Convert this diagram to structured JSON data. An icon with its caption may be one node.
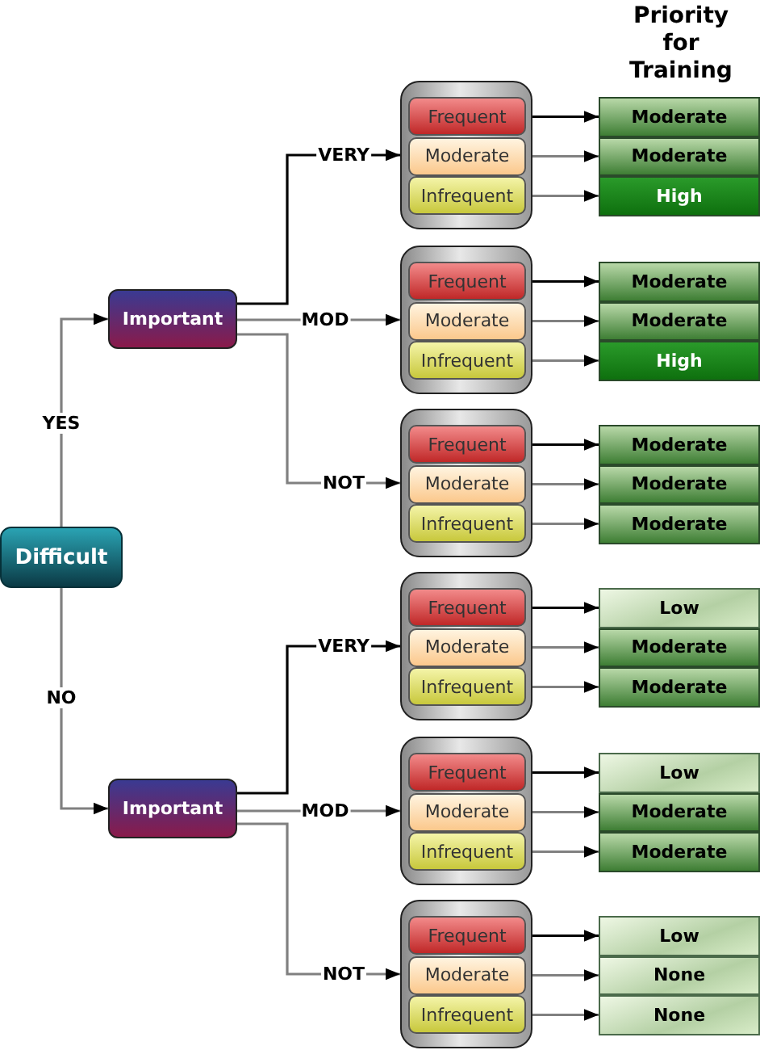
{
  "diagram": {
    "title": "Priority for Training",
    "nodes": [
      {
        "text": [
          "Difficult"
        ]
      },
      {
        "text": [
          "Important"
        ]
      },
      {
        "text": [
          "Important"
        ]
      },
      {
        "text": [],
        "shape": "box"
      },
      {
        "text": [
          "Frequent"
        ],
        "in": 3
      },
      {
        "text": [
          "Moderate"
        ],
        "in": 3
      },
      {
        "text": [
          "Infrequent"
        ],
        "in": 3
      },
      {
        "text": [
          "Moderate"
        ]
      },
      {
        "text": [
          "Moderate"
        ]
      },
      {
        "text": [
          "High"
        ]
      },
      {
        "text": [],
        "shape": "box"
      },
      {
        "text": [
          "Frequent"
        ],
        "in": 10
      },
      {
        "text": [
          "Moderate"
        ],
        "in": 10
      },
      {
        "text": [
          "Infrequent"
        ],
        "in": 10
      },
      {
        "text": [
          "Moderate"
        ]
      },
      {
        "text": [
          "Moderate"
        ]
      },
      {
        "text": [
          "High"
        ]
      },
      {
        "text": [],
        "shape": "box"
      },
      {
        "text": [
          "Frequent"
        ],
        "in": 17
      },
      {
        "text": [
          "Moderate"
        ],
        "in": 17
      },
      {
        "text": [
          "Infrequent"
        ],
        "in": 17
      },
      {
        "text": [
          "Moderate"
        ]
      },
      {
        "text": [
          "Moderate"
        ]
      },
      {
        "text": [
          "Moderate"
        ]
      },
      {
        "text": [],
        "shape": "box"
      },
      {
        "text": [
          "Frequent"
        ],
        "in": 24
      },
      {
        "text": [
          "Moderate"
        ],
        "in": 24
      },
      {
        "text": [
          "Infrequent"
        ],
        "in": 24
      },
      {
        "text": [
          "Low"
        ]
      },
      {
        "text": [
          "Moderate"
        ]
      },
      {
        "text": [
          "Moderate"
        ]
      },
      {
        "text": [],
        "shape": "box"
      },
      {
        "text": [
          "Frequent"
        ],
        "in": 31
      },
      {
        "text": [
          "Moderate"
        ],
        "in": 31
      },
      {
        "text": [
          "Infrequent"
        ],
        "in": 31
      },
      {
        "text": [
          "Low"
        ]
      },
      {
        "text": [
          "Moderate"
        ]
      },
      {
        "text": [
          "Moderate"
        ]
      },
      {
        "text": [],
        "shape": "box"
      },
      {
        "text": [
          "Frequent"
        ],
        "in": 38
      },
      {
        "text": [
          "Moderate"
        ],
        "in": 38
      },
      {
        "text": [
          "Infrequent"
        ],
        "in": 38
      },
      {
        "text": [
          "Low"
        ]
      },
      {
        "text": [
          "None"
        ]
      },
      {
        "text": [
          "None"
        ]
      }
    ],
    "edges": [
      {
        "from": 0,
        "to": 1,
        "label": "YES",
        "arrow": "to"
      },
      {
        "from": 0,
        "to": 2,
        "label": "NO",
        "arrow": "to"
      },
      {
        "from": 1,
        "to": 3,
        "label": "VERY",
        "arrow": "to",
        "color": "#000000"
      },
      {
        "from": 1,
        "to": 10,
        "label": "MOD",
        "arrow": "to"
      },
      {
        "from": 1,
        "to": 17,
        "label": "NOT",
        "arrow": "to"
      },
      {
        "from": 2,
        "to": 24,
        "label": "VERY",
        "arrow": "to",
        "color": "#000000"
      },
      {
        "from": 2,
        "to": 31,
        "label": "MOD",
        "arrow": "to"
      },
      {
        "from": 2,
        "to": 38,
        "label": "NOT",
        "arrow": "to"
      },
      {
        "from": 4,
        "to": 7,
        "arrow": "to",
        "color": "#000000"
      },
      {
        "from": 5,
        "to": 8,
        "arrow": "to"
      },
      {
        "from": 6,
        "to": 9,
        "arrow": "to"
      },
      {
        "from": 11,
        "to": 14,
        "arrow": "to",
        "color": "#000000"
      },
      {
        "from": 12,
        "to": 15,
        "arrow": "to"
      },
      {
        "from": 13,
        "to": 16,
        "arrow": "to"
      },
      {
        "from": 18,
        "to": 21,
        "arrow": "to",
        "color": "#000000"
      },
      {
        "from": 19,
        "to": 22,
        "arrow": "to"
      },
      {
        "from": 20,
        "to": 23,
        "arrow": "to"
      },
      {
        "from": 25,
        "to": 28,
        "arrow": "to",
        "color": "#000000"
      },
      {
        "from": 26,
        "to": 29,
        "arrow": "to"
      },
      {
        "from": 27,
        "to": 30,
        "arrow": "to"
      },
      {
        "from": 32,
        "to": 35,
        "arrow": "to",
        "color": "#000000"
      },
      {
        "from": 33,
        "to": 36,
        "arrow": "to"
      },
      {
        "from": 34,
        "to": 37,
        "arrow": "to"
      },
      {
        "from": 39,
        "to": 42,
        "arrow": "to",
        "color": "#000000"
      },
      {
        "from": 40,
        "to": 43,
        "arrow": "to"
      },
      {
        "from": 41,
        "to": 44,
        "arrow": "to"
      }
    ]
  }
}
